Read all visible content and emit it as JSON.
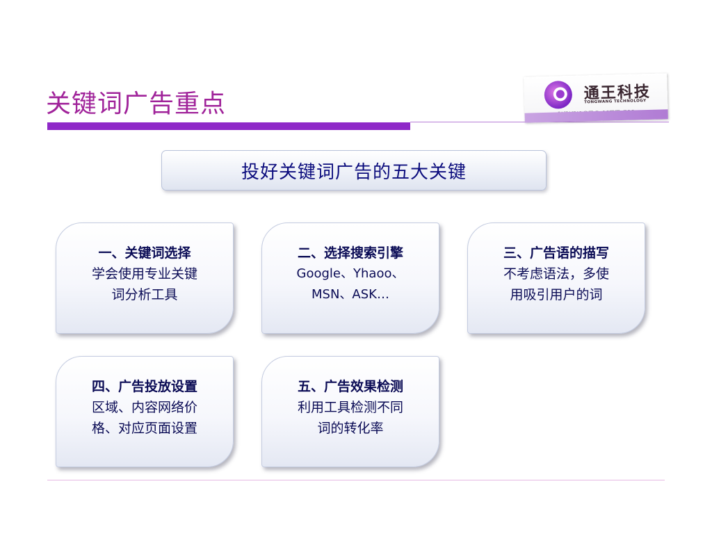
{
  "slide": {
    "title": "关键词广告重点",
    "headline": "投好关键词广告的五大关键"
  },
  "logo": {
    "name": "通王科技",
    "tagline": "TONGWANG TECHNOLOGY",
    "url": "WWW.SEO.NET.CN",
    "colors": {
      "purple": "#8a2fc9",
      "magenta": "#c13ad0",
      "strip": "#b07bd4"
    }
  },
  "cards": [
    {
      "title": "一、关键词选择",
      "body": "学会使用专业关键\n词分析工具"
    },
    {
      "title": "二、选择搜索引擎",
      "body": "Google、Yhaoo、\nMSN、ASK…"
    },
    {
      "title": "三、广告语的描写",
      "body": "不考虑语法，多使\n用吸引用户的词"
    },
    {
      "title": "四、广告投放设置",
      "body": "区域、内容网络价\n格、对应页面设置"
    },
    {
      "title": "五、广告效果检测",
      "body": "利用工具检测不同\n词的转化率"
    }
  ],
  "colors": {
    "title": "#a0239a",
    "accent_bar": "#8f29c8",
    "headline_text": "#0b0c7d",
    "card_text": "#0a0b55"
  }
}
